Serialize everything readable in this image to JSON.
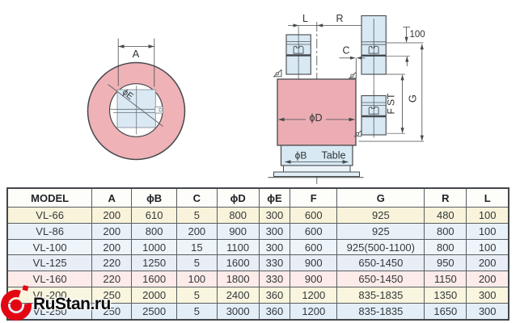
{
  "drawing_top_view": {
    "dim_a_label": "A",
    "dim_phi_e_label": "ϕE",
    "ring_color": "#efb2b6",
    "slot_color": "#dae9f4"
  },
  "drawing_side_view": {
    "dim_l_label": "L",
    "dim_r_label": "R",
    "dim_100_label": "100",
    "dim_c_label": "C",
    "dim_f_st_label": "F ST",
    "dim_g_label": "G",
    "dim_phi_d_label": "ϕD",
    "dim_phi_b_label": "ϕB",
    "table_surface_label": "Table",
    "body_color": "#ebadb3",
    "head_color": "#d8e9f4"
  },
  "spec_table": {
    "headers": [
      "MODEL",
      "A",
      "ϕB",
      "C",
      "ϕD",
      "ϕE",
      "F",
      "G",
      "R",
      "L"
    ],
    "rows": [
      {
        "cells": [
          "VL-66",
          "200",
          "610",
          "5",
          "800",
          "300",
          "600",
          "925",
          "480",
          "100"
        ],
        "bg": "#f8f3da"
      },
      {
        "cells": [
          "VL-86",
          "200",
          "800",
          "200",
          "900",
          "300",
          "600",
          "925",
          "800",
          "100"
        ],
        "bg": "#e8f1f8"
      },
      {
        "cells": [
          "VL-100",
          "200",
          "1000",
          "15",
          "1100",
          "300",
          "600",
          "925(500-1100)",
          "800",
          "100"
        ],
        "bg": "#edf4fa"
      },
      {
        "cells": [
          "VL-125",
          "220",
          "1250",
          "5",
          "1600",
          "330",
          "900",
          "650-1450",
          "950",
          "200"
        ],
        "bg": "#e8edf6"
      },
      {
        "cells": [
          "VL-160",
          "220",
          "1600",
          "100",
          "1800",
          "330",
          "900",
          "650-1450",
          "1150",
          "200"
        ],
        "bg": "#fcebe9"
      },
      {
        "cells": [
          "VL-200",
          "250",
          "2000",
          "5",
          "2400",
          "360",
          "1200",
          "835-1835",
          "1350",
          "300"
        ],
        "bg": "#f9f5de"
      },
      {
        "cells": [
          "VL-250",
          "250",
          "2500",
          "5",
          "3000",
          "360",
          "1200",
          "835-1835",
          "1650",
          "300"
        ],
        "bg": "#e3eef7"
      }
    ]
  },
  "watermark": {
    "text": "RuStan.ru",
    "brand_red": "#e30613"
  }
}
